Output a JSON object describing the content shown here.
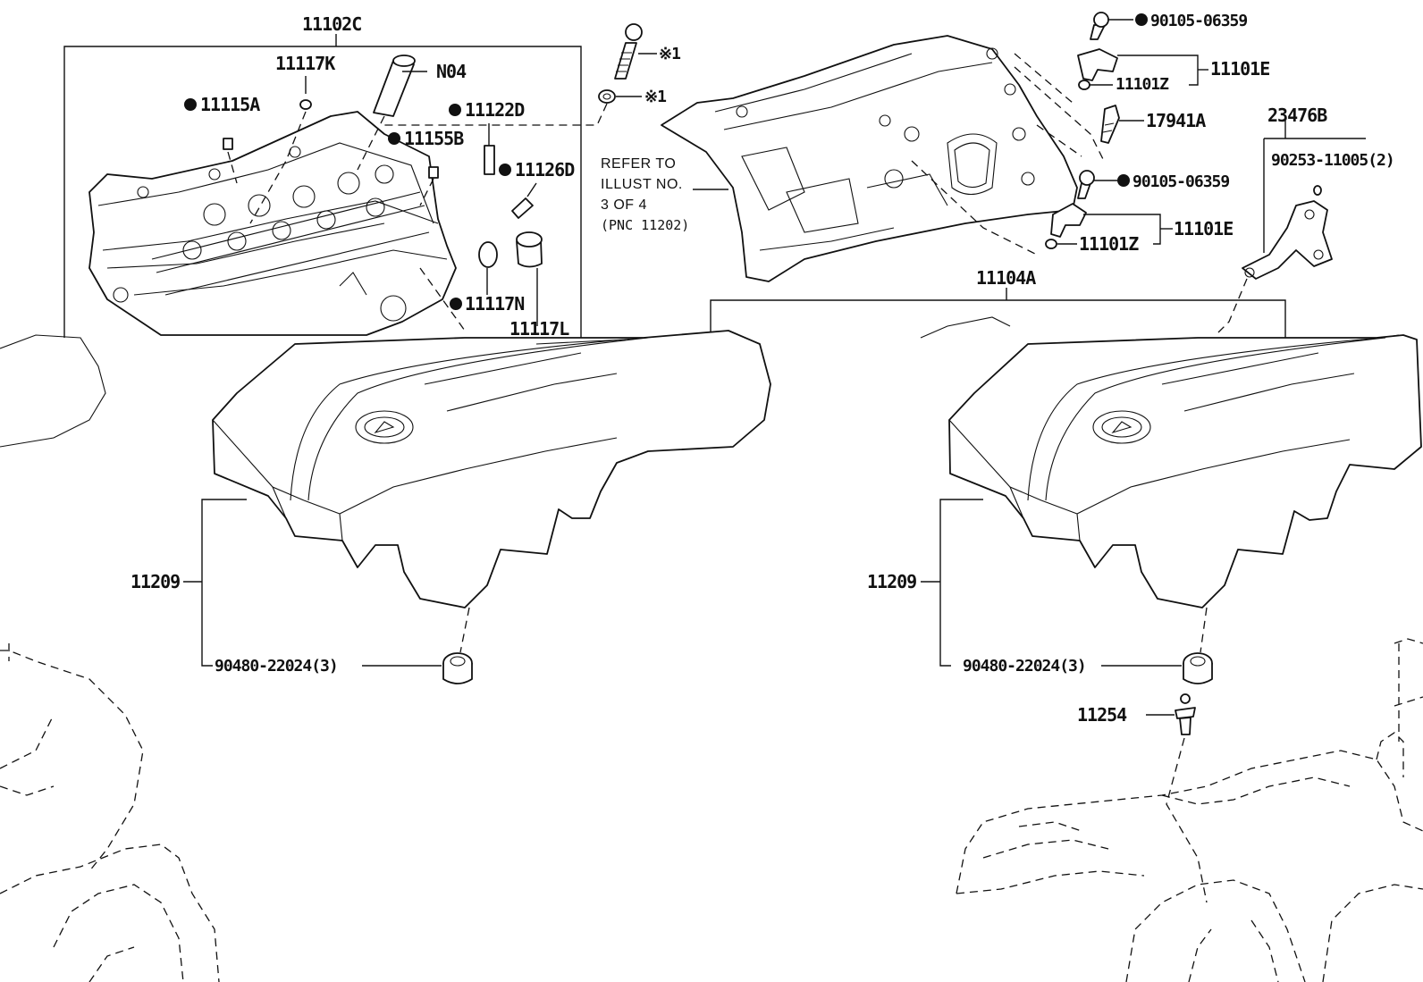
{
  "labels": {
    "l11102C": "11102C",
    "l11117K": "11117K",
    "lN04": "N04",
    "l11115A": "11115A",
    "l11122D": "11122D",
    "l11155B": "11155B",
    "l11126D": "11126D",
    "l11117N": "11117N",
    "l11117L": "11117L",
    "lX1a": "※1",
    "lX1b": "※1",
    "l90105a": "90105-06359",
    "l11101Za": "11101Z",
    "l11101Ea": "11101E",
    "l17941A": "17941A",
    "l90105b": "90105-06359",
    "l11101Zb": "11101Z",
    "l11101Eb": "11101E",
    "l23476B": "23476B",
    "l90253": "90253-11005(2)",
    "l11104A": "11104A",
    "l11209a": "11209",
    "l11209b": "11209",
    "l90480a": "90480-22024(3)",
    "l90480b": "90480-22024(3)",
    "l11254": "11254"
  },
  "refer": {
    "line1": "REFER TO",
    "line2": "ILLUST NO.",
    "line3": "3 OF 4",
    "line4": "(PNC 11202)"
  }
}
